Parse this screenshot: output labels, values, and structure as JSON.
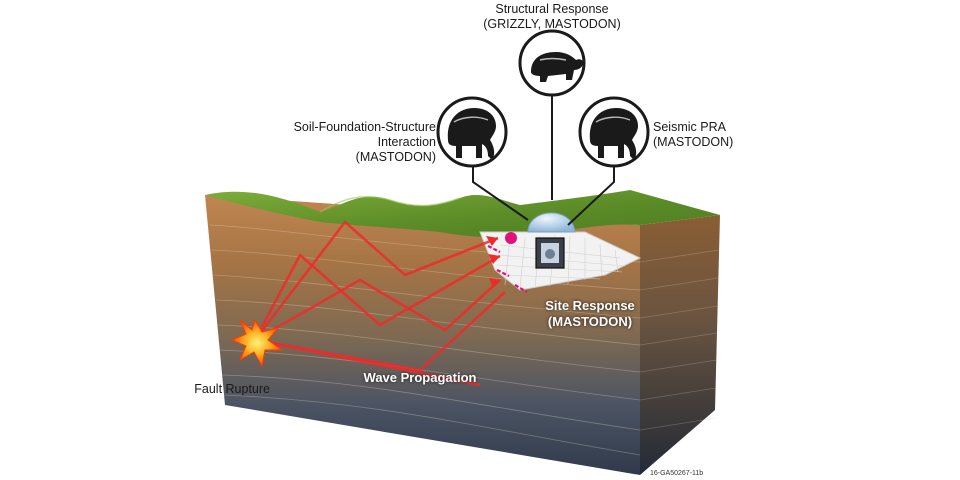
{
  "labels": {
    "structural_response": [
      "Structural Response",
      "(GRIZZLY, MASTODON)"
    ],
    "sfsi": [
      "Soil-Foundation-Structure",
      "Interaction",
      "(MASTODON)"
    ],
    "seismic_pra": [
      "Seismic PRA",
      "(MASTODON)"
    ],
    "site_response": [
      "Site Response",
      "(MASTODON)"
    ],
    "fault_rupture": "Fault Rupture",
    "wave_propagation": "Wave Propagation"
  },
  "figure_id": "16-GA50267-11b",
  "icons": {
    "top": "grizzly-bear-icon",
    "left": "mammoth-icon",
    "right": "mammoth-icon"
  },
  "colors": {
    "grass": "#6a9a2e",
    "soil_top": "#b07a45",
    "soil_mid": "#8a6a48",
    "soil_deep": "#3e4a5a",
    "wave": "#ee2a2a",
    "accent": "#e0127a",
    "dome": "#b8d4ec"
  }
}
